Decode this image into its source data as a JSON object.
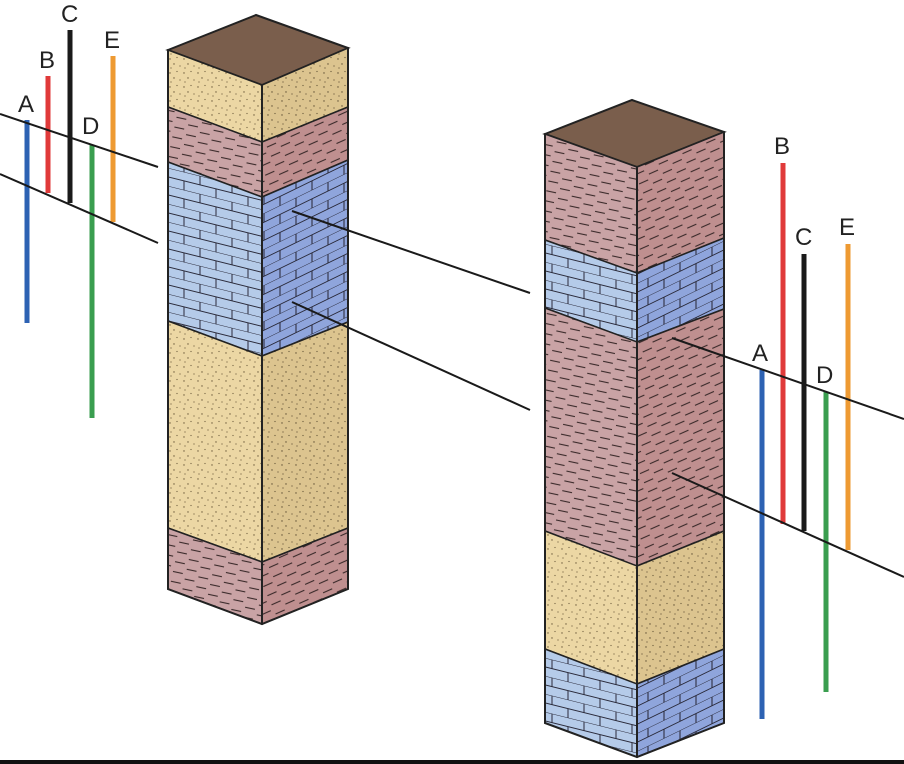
{
  "colors": {
    "sandstone": "#ecd7a4",
    "sandstone_side": "#dcc48f",
    "shale": "#c9a3a5",
    "shale_side": "#bf8f8f",
    "limestone": "#b5cbe9",
    "limestone_side": "#8fa5dc",
    "top": "#7a5e4c",
    "outline": "#222222",
    "index_A": "#2d62b3",
    "index_B": "#e03a3a",
    "index_C": "#1a1a1a",
    "index_D": "#3a9e4f",
    "index_E": "#ee9a32"
  },
  "left_key": {
    "labels": [
      "A",
      "B",
      "C",
      "D",
      "E"
    ]
  },
  "right_key": {
    "labels": [
      "A",
      "B",
      "C",
      "D",
      "E"
    ]
  },
  "left_column_layers": [
    "sandstone",
    "shale",
    "limestone",
    "sandstone",
    "shale"
  ],
  "right_column_layers": [
    "shale",
    "limestone",
    "shale",
    "sandstone",
    "limestone"
  ]
}
